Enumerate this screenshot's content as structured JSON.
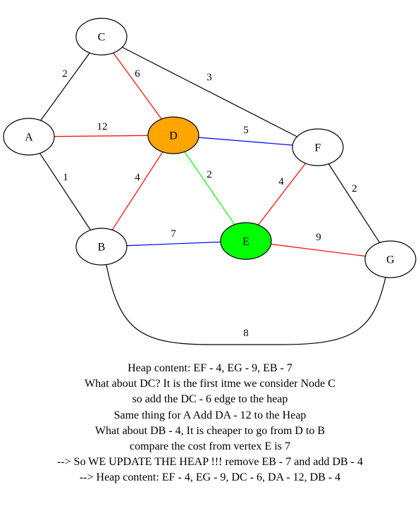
{
  "graph": {
    "nodes": [
      {
        "id": "A",
        "label": "A",
        "fill": "#ffffff"
      },
      {
        "id": "C",
        "label": "C",
        "fill": "#ffffff"
      },
      {
        "id": "D",
        "label": "D",
        "fill": "#ffa500"
      },
      {
        "id": "F",
        "label": "F",
        "fill": "#ffffff"
      },
      {
        "id": "B",
        "label": "B",
        "fill": "#ffffff"
      },
      {
        "id": "E",
        "label": "E",
        "fill": "#00ff00"
      },
      {
        "id": "G",
        "label": "G",
        "fill": "#ffffff"
      }
    ],
    "edges": [
      {
        "from": "A",
        "to": "C",
        "weight": "2",
        "color": "#000000"
      },
      {
        "from": "C",
        "to": "D",
        "weight": "6",
        "color": "#ff0000"
      },
      {
        "from": "C",
        "to": "F",
        "weight": "3",
        "color": "#000000"
      },
      {
        "from": "A",
        "to": "D",
        "weight": "12",
        "color": "#ff0000"
      },
      {
        "from": "D",
        "to": "F",
        "weight": "5",
        "color": "#0000ff"
      },
      {
        "from": "A",
        "to": "B",
        "weight": "1",
        "color": "#000000"
      },
      {
        "from": "D",
        "to": "B",
        "weight": "4",
        "color": "#ff0000"
      },
      {
        "from": "D",
        "to": "E",
        "weight": "2",
        "color": "#00ff00"
      },
      {
        "from": "F",
        "to": "E",
        "weight": "4",
        "color": "#ff0000"
      },
      {
        "from": "F",
        "to": "G",
        "weight": "2",
        "color": "#000000"
      },
      {
        "from": "B",
        "to": "E",
        "weight": "7",
        "color": "#0000ff"
      },
      {
        "from": "E",
        "to": "G",
        "weight": "9",
        "color": "#ff0000"
      },
      {
        "from": "B",
        "to": "G",
        "weight": "8",
        "color": "#000000"
      }
    ]
  },
  "caption": {
    "lines": [
      "Heap content: EF - 4, EG - 9, EB - 7",
      "What about DC? It is the first itme we consider Node C",
      "so add the DC - 6 edge to the heap",
      "Same thing for A Add DA - 12 to the Heap",
      "What about DB - 4, It is cheaper to go from D to B",
      "compare the cost from vertex E is 7",
      "--> So WE UPDATE THE HEAP !!! remove EB - 7 and add DB - 4",
      "--> Heap content: EF - 4, EG - 9, DC - 6, DA - 12, DB - 4"
    ]
  }
}
